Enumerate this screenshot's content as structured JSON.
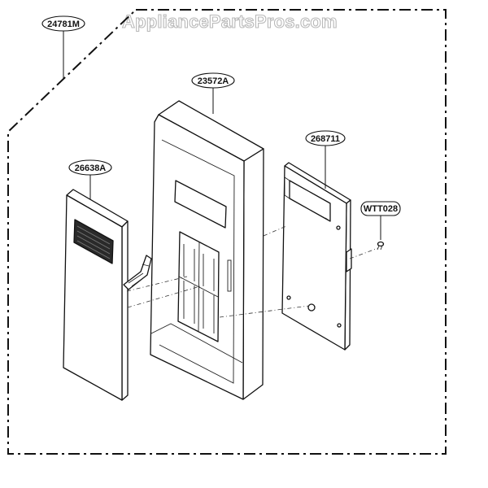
{
  "watermark": "AppliancePartsPros.com",
  "parts": {
    "frame": {
      "part_number": "24781M"
    },
    "front_housing": {
      "part_number": "23572A"
    },
    "membrane_panel": {
      "part_number": "26638A"
    },
    "control_board": {
      "part_number": "268711"
    },
    "screw": {
      "part_number": "WTT028"
    }
  }
}
